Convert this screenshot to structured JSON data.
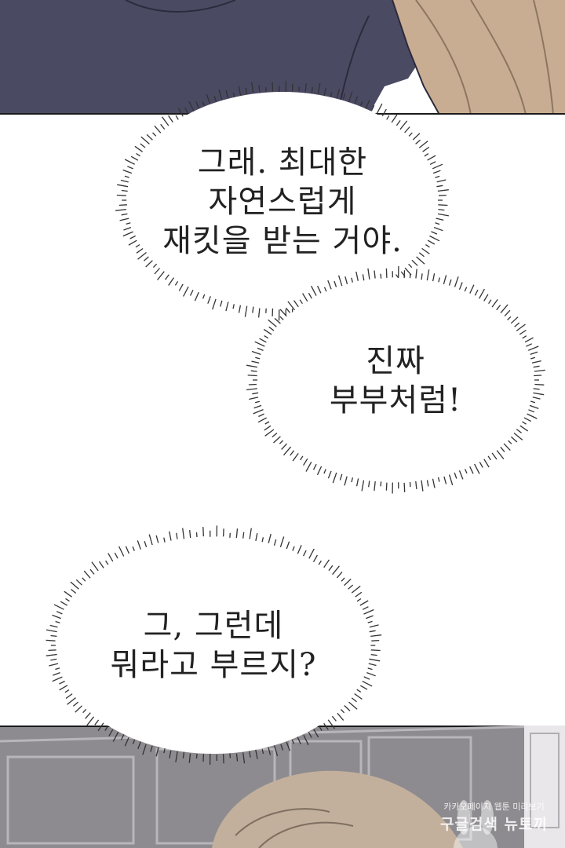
{
  "bubbles": [
    {
      "id": "bubble-1",
      "lines": [
        "그래. 최대한",
        "자연스럽게",
        "재킷을 받는 거야."
      ]
    },
    {
      "id": "bubble-2",
      "lines": [
        "진짜",
        "부부처럼!"
      ]
    },
    {
      "id": "bubble-3",
      "lines": [
        "그, 그런데",
        "뭐라고 부르지?"
      ]
    }
  ],
  "watermark": {
    "line1": "카카오페이지 웹툰 미리보기",
    "line2": "구글검색 뉴토끼"
  },
  "colors": {
    "top_panel_shirt": "#4b4a63",
    "top_panel_hair": "#c9ad92",
    "bottom_panel_wall": "#8d8b8f",
    "bottom_panel_head": "#c2b09d",
    "bubble_fill": "#ffffff",
    "text": "#222222"
  }
}
